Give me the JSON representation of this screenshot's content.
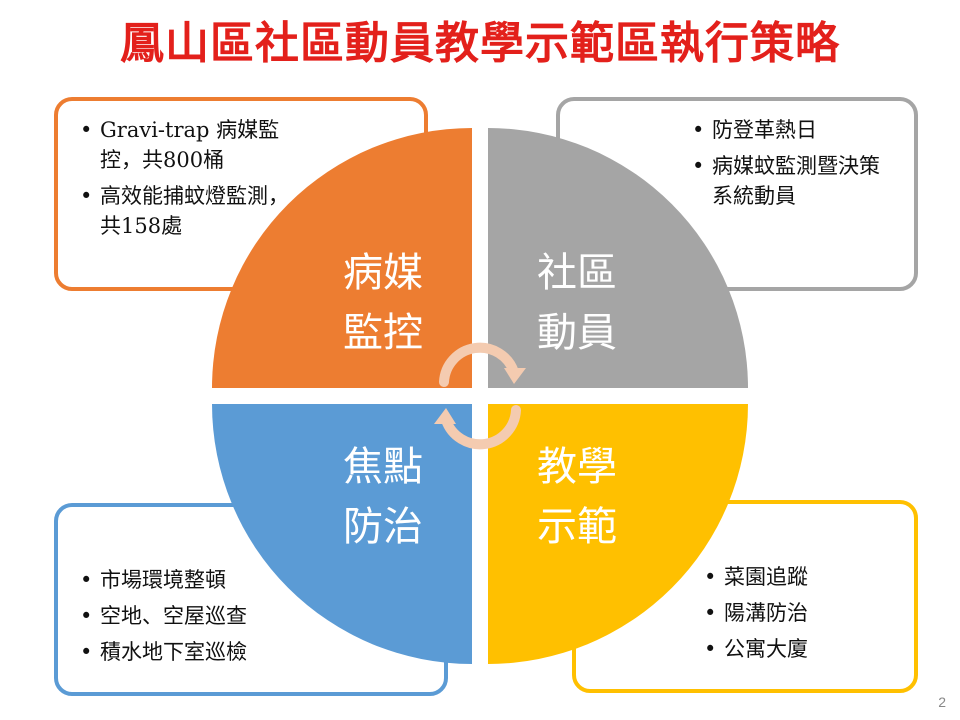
{
  "title": "鳳山區社區動員教學示範區執行策略",
  "colors": {
    "title": "#e3201b",
    "vector_monitoring": "#ed7d31",
    "community_mobilization": "#a5a5a5",
    "focused_control": "#5b9bd5",
    "teaching_demonstration": "#ffc000"
  },
  "quadrants": {
    "vector_monitoring": {
      "line1": "病媒",
      "line2": "監控"
    },
    "community_mobilization": {
      "line1": "社區",
      "line2": "動員"
    },
    "focused_control": {
      "line1": "焦點",
      "line2": "防治"
    },
    "teaching_demonstration": {
      "line1": "教學",
      "line2": "示範"
    }
  },
  "boxes": {
    "top_left": [
      "Gravi-trap 病媒監控，共800桶",
      "高效能捕蚊燈監測，共158處"
    ],
    "top_right": [
      "防登革熱日",
      "病媒蚊監測暨決策系統動員"
    ],
    "bottom_left": [
      "市場環境整頓",
      "空地、空屋巡查",
      "積水地下室巡檢"
    ],
    "bottom_right": [
      "菜園追蹤",
      "陽溝防治",
      "公寓大廈"
    ]
  },
  "page_number": "2"
}
